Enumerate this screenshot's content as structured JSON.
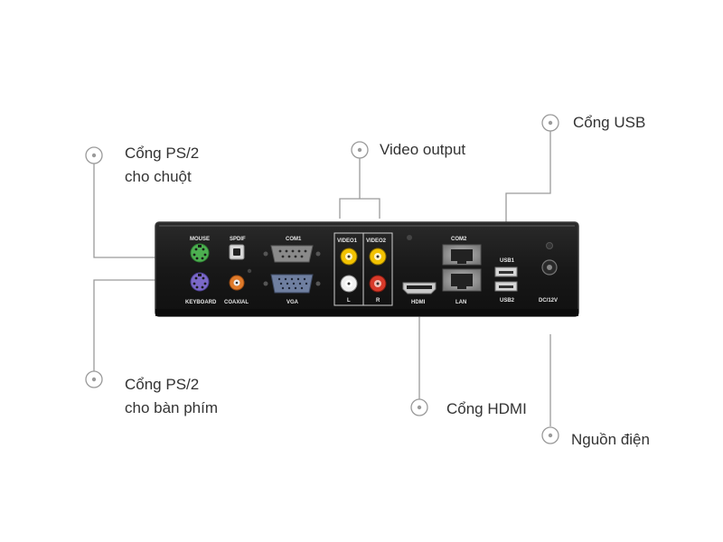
{
  "callouts": {
    "ps2_mouse": {
      "line1": "Cổng PS/2",
      "line2": "cho chuột"
    },
    "ps2_keyboard": {
      "line1": "Cổng PS/2",
      "line2": "cho bàn phím"
    },
    "video_output": {
      "label": "Video output"
    },
    "usb": {
      "label": "Cổng USB"
    },
    "hdmi": {
      "label": "Cổng HDMI"
    },
    "power": {
      "label": "Nguồn điện"
    }
  },
  "ports": {
    "mouse": "MOUSE",
    "keyboard": "KEYBOARD",
    "spdif": "SPDIF",
    "coaxial": "COAXIAL",
    "com1": "COM1",
    "vga": "VGA",
    "video1": "VIDEO1",
    "video2": "VIDEO2",
    "audio_left": "L",
    "audio_right": "R",
    "hdmi": "HDMI",
    "com2": "COM2",
    "lan": "LAN",
    "usb1": "USB1",
    "usb2": "USB2",
    "dc": "DC/12V"
  },
  "colors": {
    "panel": "#1b1b1b",
    "panel_edge": "#3a3a3a",
    "callout_line": "#9a9a9a",
    "text": "#333333",
    "mouse_port": "#4caf50",
    "keyboard_port": "#7b68c8",
    "rca_yellow": "#f2c200",
    "rca_white": "#f0f0f0",
    "rca_red": "#d83a2a",
    "coaxial_orange": "#e07a2a"
  }
}
